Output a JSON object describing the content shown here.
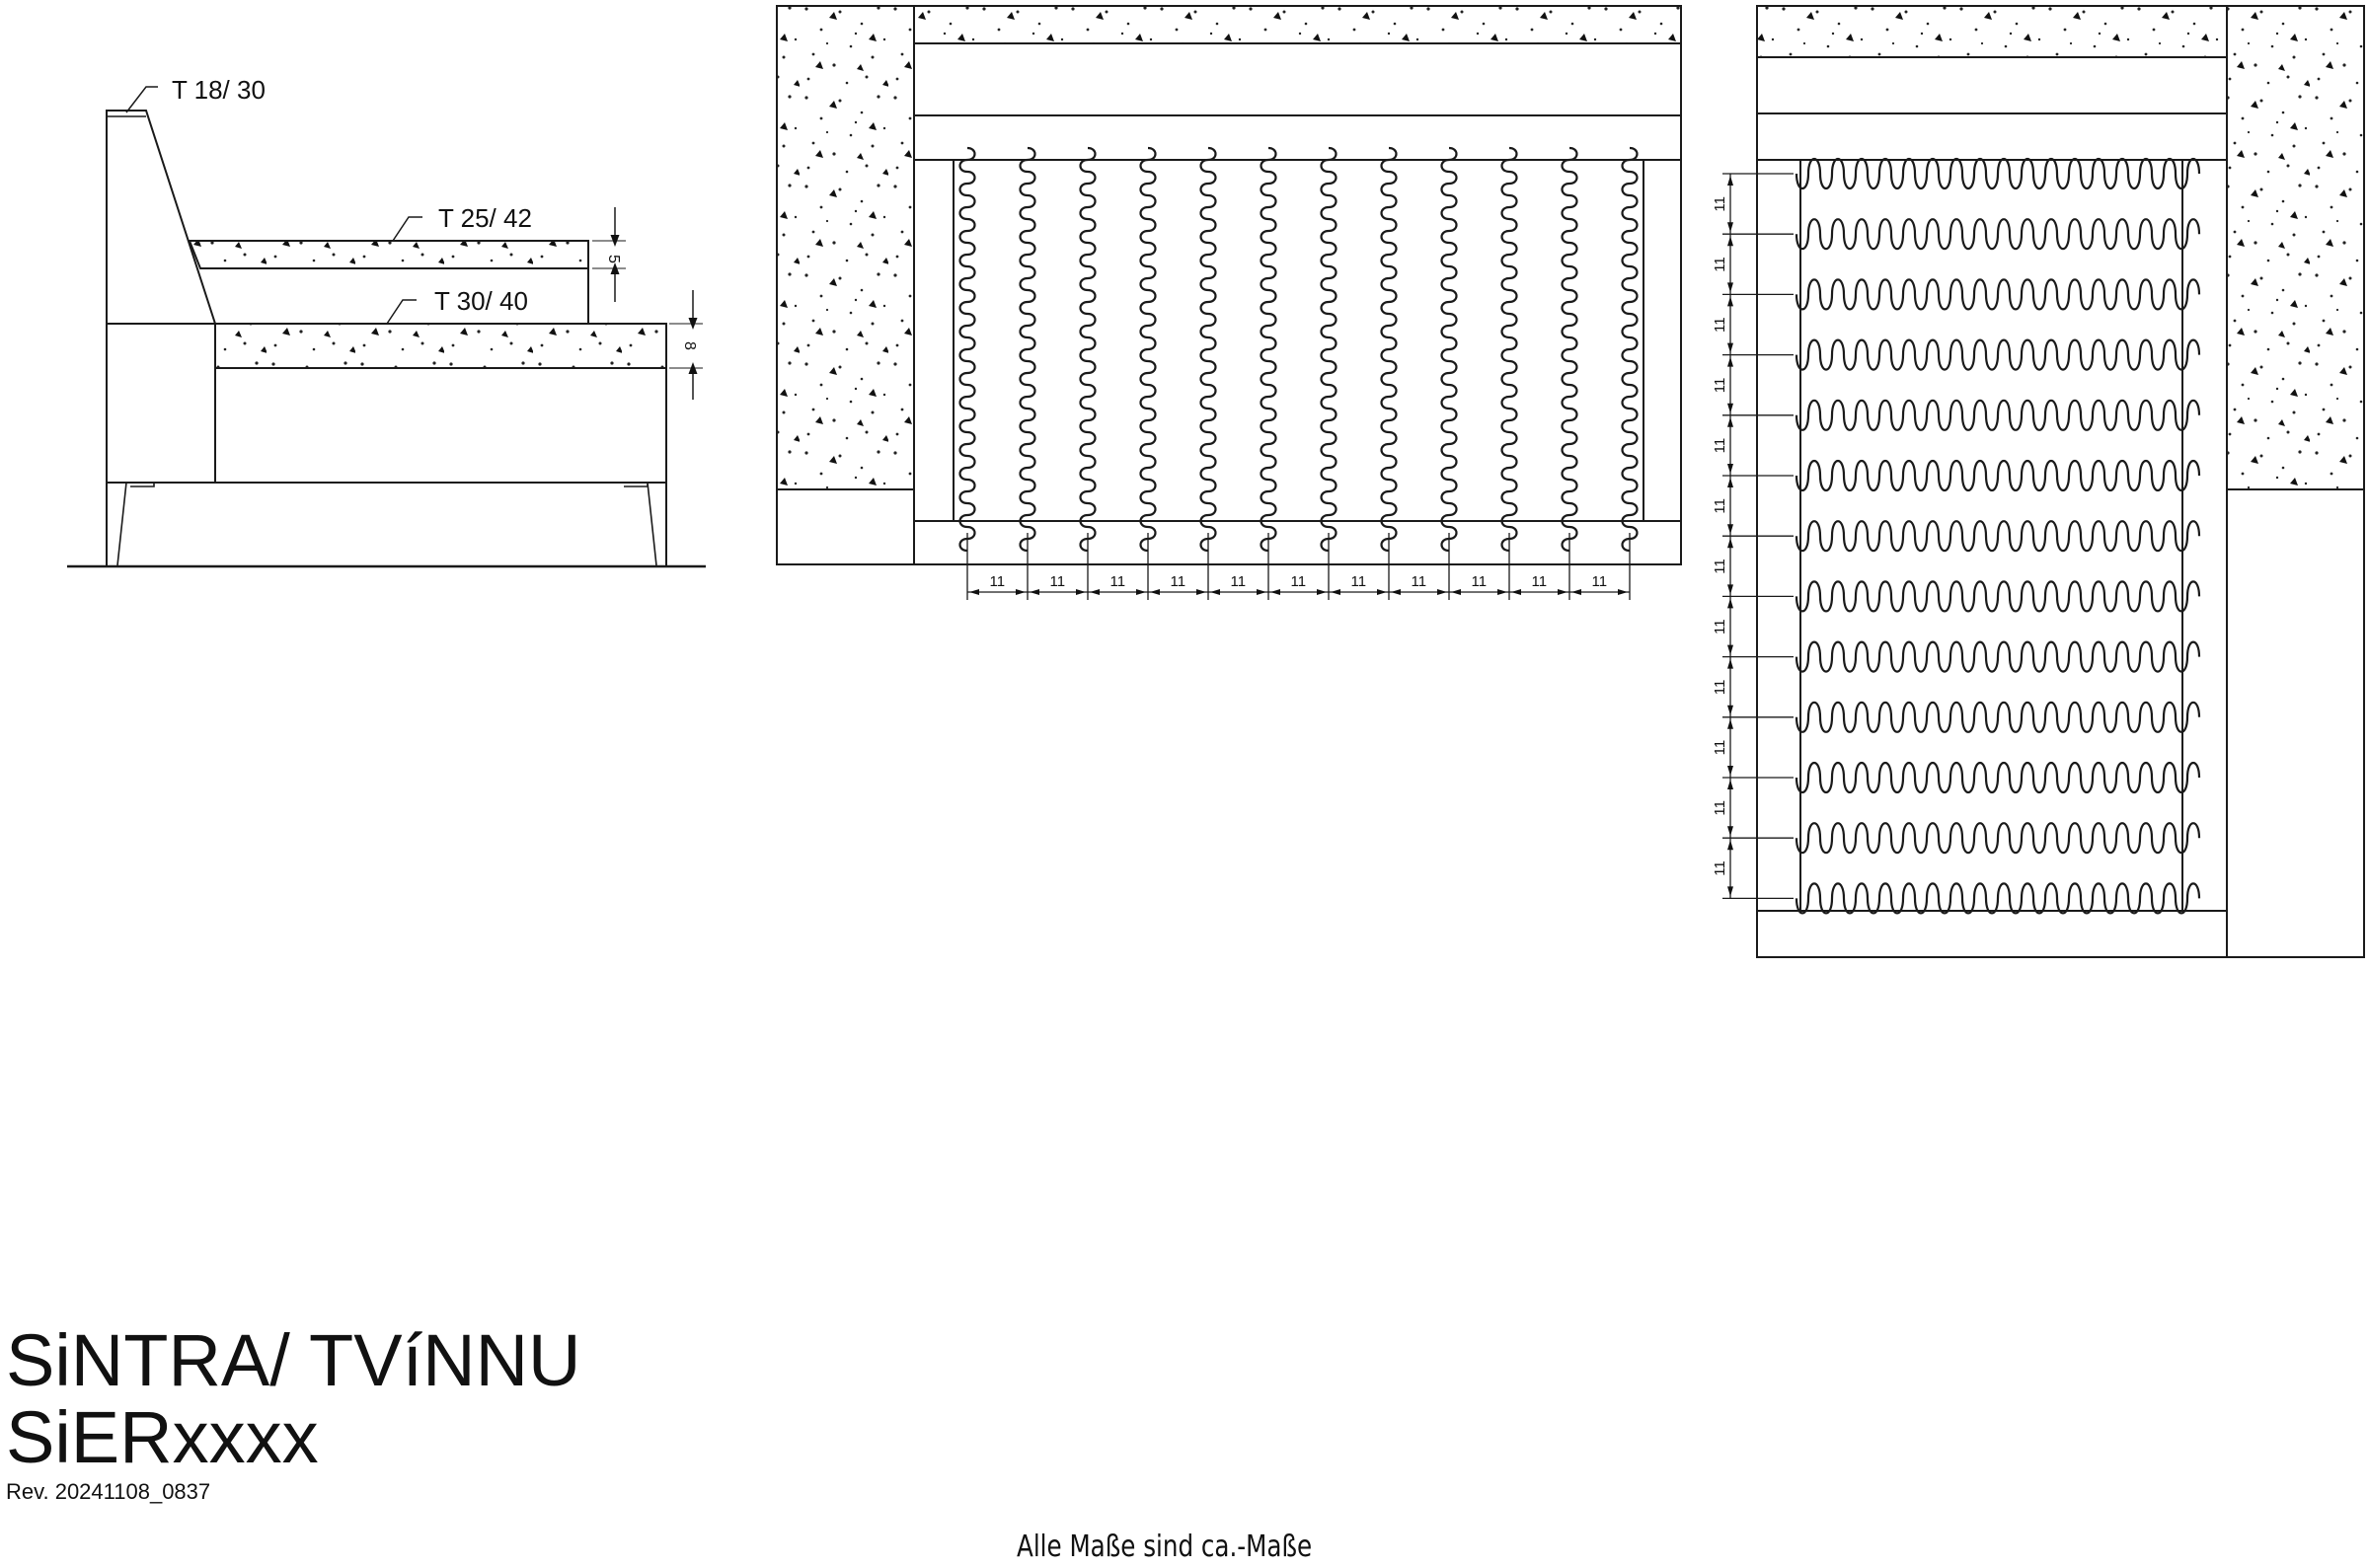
{
  "title_block": {
    "line1": "SiNTRA/ TVíNNU",
    "line2": "SiERxxxx",
    "revision": "Rev. 20241108_0837"
  },
  "footnote": "Alle Maße sind ca.-Maße",
  "side_view": {
    "labels": {
      "back_top": "T 18/ 30",
      "back_cushion": "T 25/ 42",
      "seat_cushion": "T 30/ 40"
    },
    "dimensions": {
      "back_cushion_thickness": "5",
      "seat_cushion_thickness": "8"
    }
  },
  "top_view_vertical_springs": {
    "spring_count": 12,
    "spacing_label": "11",
    "spacing_count": 11
  },
  "top_view_horizontal_springs": {
    "spring_count": 13,
    "spacing_label": "11",
    "spacing_count": 12
  },
  "colors": {
    "line": "#1a1a1a",
    "background": "#ffffff"
  }
}
